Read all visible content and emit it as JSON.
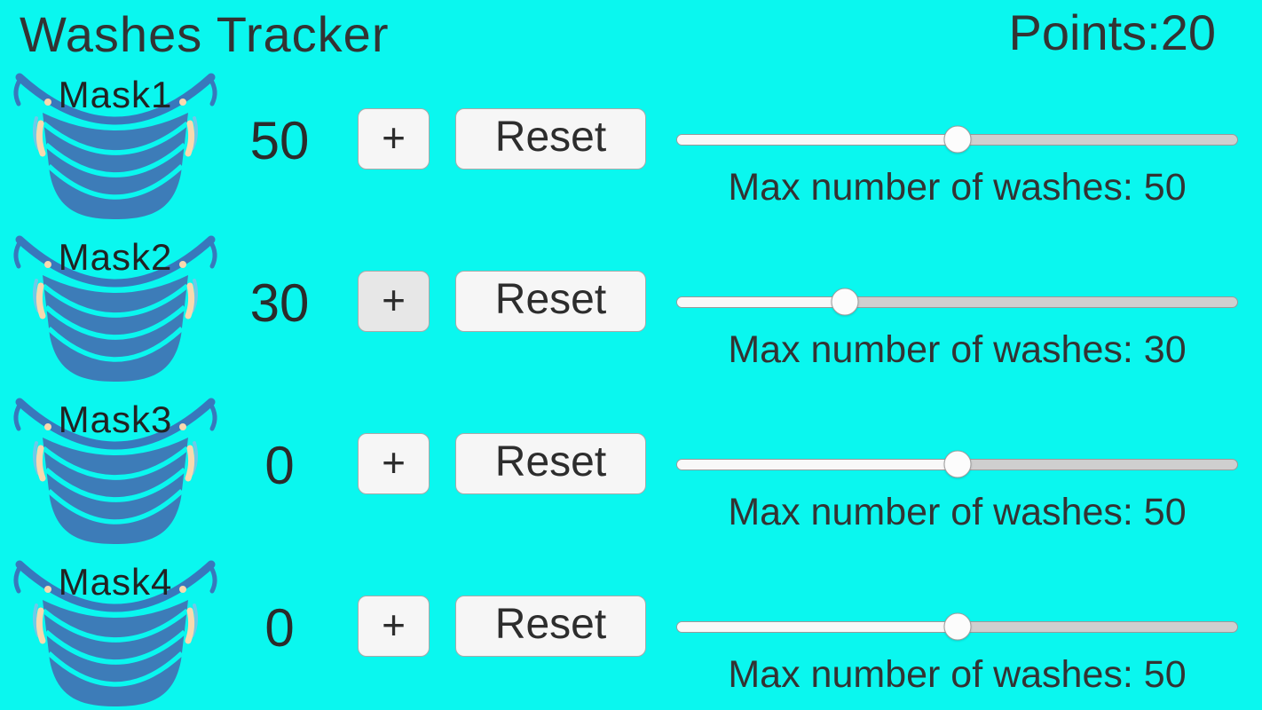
{
  "app": {
    "title": "Washes Tracker"
  },
  "header": {
    "points_label": "Points:",
    "points_value": "20"
  },
  "controls": {
    "plus_label": "+",
    "reset_label": "Reset"
  },
  "colors": {
    "background": "#0AF7EF",
    "mask_body": "#3D7CB8",
    "mask_hem": "#3878BC",
    "mask_strap": "#F8D9AE",
    "button_bg": "#F6F6F6",
    "button_pressed_bg": "#E7E7E7",
    "text": "#333333"
  },
  "slider": {
    "min": 0,
    "max": 100
  },
  "rows": [
    {
      "mask_label": "Mask1",
      "count": "50",
      "slider_value": 50,
      "max_label": "Max number of washes: 50"
    },
    {
      "mask_label": "Mask2",
      "count": "30",
      "slider_value": 30,
      "max_label": "Max number of washes: 30"
    },
    {
      "mask_label": "Mask3",
      "count": "0",
      "slider_value": 50,
      "max_label": "Max number of washes: 50"
    },
    {
      "mask_label": "Mask4",
      "count": "0",
      "slider_value": 50,
      "max_label": "Max number of washes: 50"
    }
  ]
}
